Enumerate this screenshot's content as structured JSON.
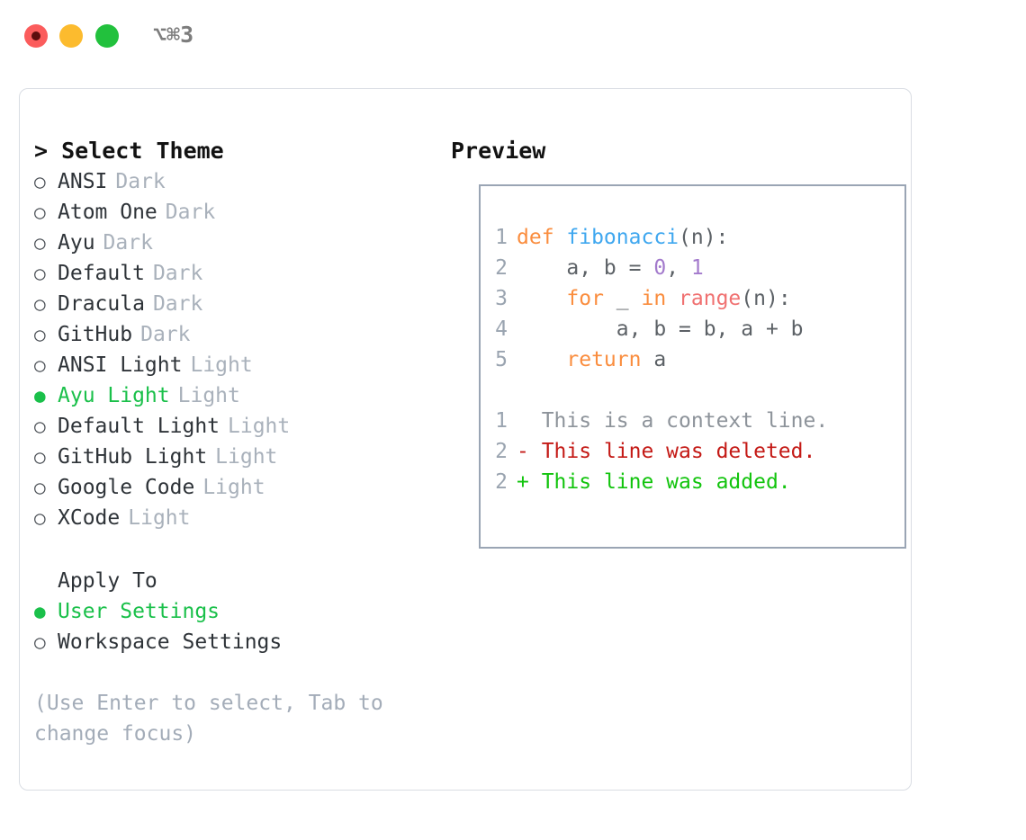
{
  "titlebar": {
    "traffic_lights": [
      "close-red",
      "minimize-yellow",
      "maximize-green"
    ],
    "shortcut": "⌥⌘3"
  },
  "theme_picker": {
    "heading": "> Select Theme",
    "focus_prefix": ">",
    "accent_color": "#1ac04a",
    "marker_unselected": "○",
    "marker_selected": "●",
    "items": [
      {
        "marker": "○",
        "label": "ANSI",
        "kind": "Dark",
        "selected": false
      },
      {
        "marker": "○",
        "label": "Atom One",
        "kind": "Dark",
        "selected": false
      },
      {
        "marker": "○",
        "label": "Ayu",
        "kind": "Dark",
        "selected": false
      },
      {
        "marker": "○",
        "label": "Default",
        "kind": "Dark",
        "selected": false
      },
      {
        "marker": "○",
        "label": "Dracula",
        "kind": "Dark",
        "selected": false
      },
      {
        "marker": "○",
        "label": "GitHub",
        "kind": "Dark",
        "selected": false
      },
      {
        "marker": "○",
        "label": "ANSI Light",
        "kind": "Light",
        "selected": false
      },
      {
        "marker": "●",
        "label": "Ayu Light",
        "kind": "Light",
        "selected": true
      },
      {
        "marker": "○",
        "label": "Default Light",
        "kind": "Light",
        "selected": false
      },
      {
        "marker": "○",
        "label": "GitHub Light",
        "kind": "Light",
        "selected": false
      },
      {
        "marker": "○",
        "label": "Google Code",
        "kind": "Light",
        "selected": false
      },
      {
        "marker": "○",
        "label": "XCode",
        "kind": "Light",
        "selected": false
      }
    ]
  },
  "apply_to": {
    "heading": "Apply To",
    "items": [
      {
        "marker": "●",
        "label": "User Settings",
        "selected": true
      },
      {
        "marker": "○",
        "label": "Workspace Settings",
        "selected": false
      }
    ]
  },
  "hint": "(Use Enter to select, Tab to change focus)",
  "preview": {
    "heading": "Preview",
    "code_lines": [
      {
        "number": "1",
        "tokens": [
          {
            "text": "def ",
            "style": "kw"
          },
          {
            "text": "fibonacci",
            "style": "fn"
          },
          {
            "text": "(n):",
            "style": "pl"
          }
        ]
      },
      {
        "number": "2",
        "tokens": [
          {
            "text": "    a, b = ",
            "style": "pl"
          },
          {
            "text": "0",
            "style": "num"
          },
          {
            "text": ", ",
            "style": "pl"
          },
          {
            "text": "1",
            "style": "num"
          }
        ]
      },
      {
        "number": "3",
        "tokens": [
          {
            "text": "    for ",
            "style": "kw"
          },
          {
            "text": "_ ",
            "style": "pl"
          },
          {
            "text": "in ",
            "style": "kw"
          },
          {
            "text": "range",
            "style": "bi"
          },
          {
            "text": "(n):",
            "style": "pl"
          }
        ]
      },
      {
        "number": "4",
        "tokens": [
          {
            "text": "        a, b = b, a + b",
            "style": "pl"
          }
        ]
      },
      {
        "number": "5",
        "tokens": [
          {
            "text": "    return ",
            "style": "kw"
          },
          {
            "text": "a",
            "style": "pl"
          }
        ]
      }
    ],
    "diff_lines": [
      {
        "number": "1",
        "sign": "  ",
        "text": "This is a context line.",
        "style": "ctx"
      },
      {
        "number": "2",
        "sign": "- ",
        "text": "This line was deleted.",
        "style": "del"
      },
      {
        "number": "2",
        "sign": "+ ",
        "text": "This line was added.",
        "style": "add"
      }
    ]
  }
}
